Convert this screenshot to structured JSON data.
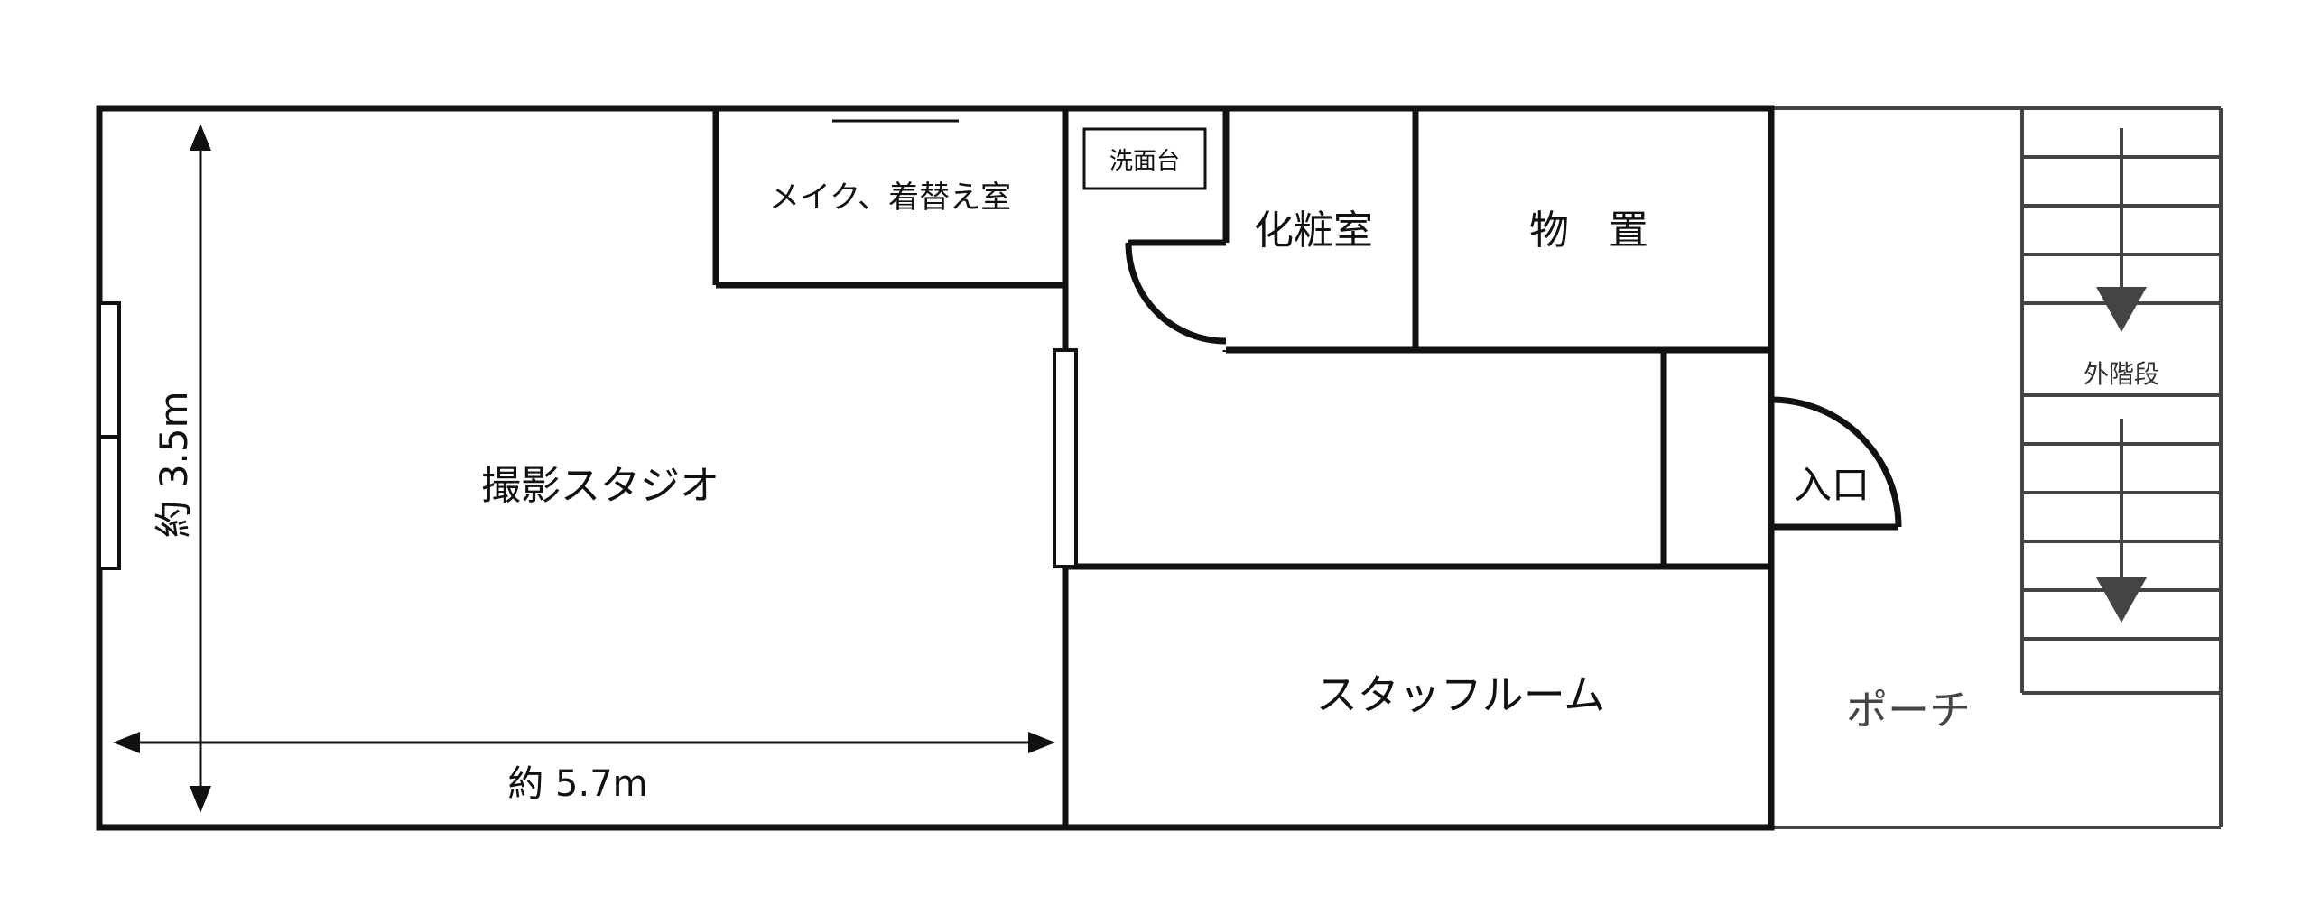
{
  "colors": {
    "wall": "#111111",
    "porch": "#444444",
    "background": "#ffffff"
  },
  "rooms": {
    "studio": "撮影スタジオ",
    "makeup": "メイク、着替え室",
    "sink": "洗面台",
    "toilet": "化粧室",
    "storage": "物　置",
    "staff": "スタッフルーム",
    "entrance": "入口",
    "porch": "ポーチ",
    "stairs": "外階段"
  },
  "dimensions": {
    "height": "約 3.5m",
    "width": "約 5.7m"
  }
}
